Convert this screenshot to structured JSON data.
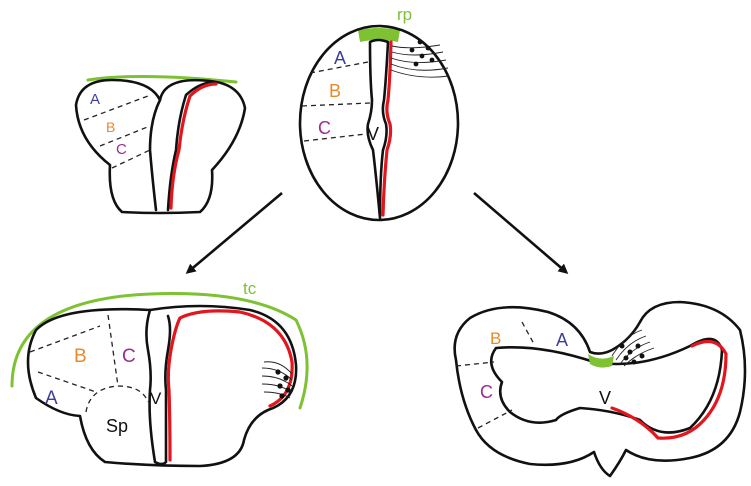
{
  "colors": {
    "outline": "#111111",
    "red_layer": "#e3161d",
    "green": "#7ec234",
    "label_A": "#3b3f9a",
    "label_B": "#e8892a",
    "label_C": "#9b2d8f",
    "label_dark": "#111111"
  },
  "top_center": {
    "rp": "rp",
    "A": "A",
    "B": "B",
    "C": "C",
    "V": "V"
  },
  "top_left": {
    "A": "A",
    "B": "B",
    "C": "C"
  },
  "bottom_left": {
    "tc": "tc",
    "A": "A",
    "B": "B",
    "C": "C",
    "V": "V",
    "Sp": "Sp"
  },
  "bottom_right": {
    "A": "A",
    "B": "B",
    "C": "C",
    "V": "V"
  }
}
